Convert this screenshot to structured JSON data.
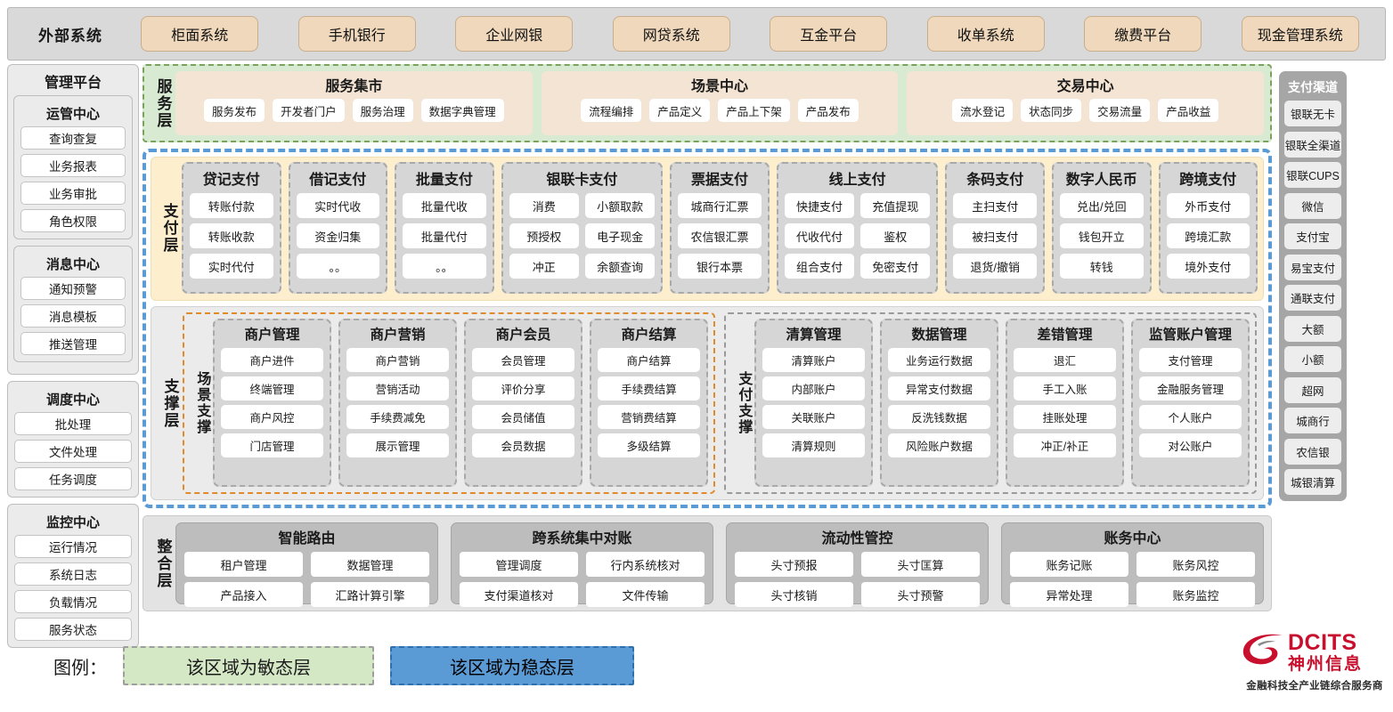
{
  "external": {
    "title": "外部系统",
    "items": [
      "柜面系统",
      "手机银行",
      "企业网银",
      "网贷系统",
      "互金平台",
      "收单系统",
      "缴费平台",
      "现金管理系统"
    ]
  },
  "left_rail": {
    "title": "管理平台",
    "groups": [
      {
        "title": "运管中心",
        "items": [
          "查询查复",
          "业务报表",
          "业务审批",
          "角色权限"
        ]
      },
      {
        "title": "消息中心",
        "items": [
          "通知预警",
          "消息模板",
          "推送管理"
        ]
      },
      {
        "title": "调度中心",
        "items": [
          "批处理",
          "文件处理",
          "任务调度"
        ]
      },
      {
        "title": "监控中心",
        "items": [
          "运行情况",
          "系统日志",
          "负载情况",
          "服务状态"
        ]
      }
    ]
  },
  "right_rail": {
    "title": "支付渠道",
    "items": [
      "银联无卡",
      "银联全渠道",
      "银联CUPS",
      "微信",
      "支付宝",
      "易宝支付",
      "通联支付",
      "大额",
      "小额",
      "超网",
      "城商行",
      "农信银",
      "城银清算"
    ]
  },
  "service_layer": {
    "label": "服务层",
    "groups": [
      {
        "title": "服务集市",
        "items": [
          "服务发布",
          "开发者门户",
          "服务治理",
          "数据字典管理"
        ]
      },
      {
        "title": "场景中心",
        "items": [
          "流程编排",
          "产品定义",
          "产品上下架",
          "产品发布"
        ]
      },
      {
        "title": "交易中心",
        "items": [
          "流水登记",
          "状态同步",
          "交易流量",
          "产品收益"
        ]
      }
    ]
  },
  "pay_layer": {
    "label": "支付层",
    "columns": [
      {
        "title": "贷记支付",
        "cols": 1,
        "items": [
          "转账付款",
          "转账收款",
          "实时代付"
        ]
      },
      {
        "title": "借记支付",
        "cols": 1,
        "items": [
          "实时代收",
          "资金归集",
          "。。"
        ]
      },
      {
        "title": "批量支付",
        "cols": 1,
        "items": [
          "批量代收",
          "批量代付",
          "。。"
        ]
      },
      {
        "title": "银联卡支付",
        "cols": 2,
        "items": [
          "消费",
          "小额取款",
          "预授权",
          "电子现金",
          "冲正",
          "余额查询"
        ]
      },
      {
        "title": "票据支付",
        "cols": 1,
        "items": [
          "城商行汇票",
          "农信银汇票",
          "银行本票"
        ]
      },
      {
        "title": "线上支付",
        "cols": 2,
        "items": [
          "快捷支付",
          "充值提现",
          "代收代付",
          "鉴权",
          "组合支付",
          "免密支付"
        ]
      },
      {
        "title": "条码支付",
        "cols": 1,
        "items": [
          "主扫支付",
          "被扫支付",
          "退货/撤销"
        ]
      },
      {
        "title": "数字人民币",
        "cols": 1,
        "items": [
          "兑出/兑回",
          "钱包开立",
          "转钱"
        ]
      },
      {
        "title": "跨境支付",
        "cols": 1,
        "items": [
          "外币支付",
          "跨境汇款",
          "境外支付"
        ]
      }
    ]
  },
  "support_layer": {
    "label": "支撑层",
    "zones": [
      {
        "label": "场景支撑",
        "columns": [
          {
            "title": "商户管理",
            "items": [
              "商户进件",
              "终端管理",
              "商户风控",
              "门店管理"
            ]
          },
          {
            "title": "商户营销",
            "items": [
              "商户营销",
              "营销活动",
              "手续费减免",
              "展示管理"
            ]
          },
          {
            "title": "商户会员",
            "items": [
              "会员管理",
              "评价分享",
              "会员储值",
              "会员数据"
            ]
          },
          {
            "title": "商户结算",
            "items": [
              "商户结算",
              "手续费结算",
              "营销费结算",
              "多级结算"
            ]
          }
        ]
      },
      {
        "label": "支付支撑",
        "columns": [
          {
            "title": "清算管理",
            "items": [
              "清算账户",
              "内部账户",
              "关联账户",
              "清算规则"
            ]
          },
          {
            "title": "数据管理",
            "items": [
              "业务运行数据",
              "异常支付数据",
              "反洗钱数据",
              "风险账户数据"
            ]
          },
          {
            "title": "差错管理",
            "items": [
              "退汇",
              "手工入账",
              "挂账处理",
              "冲正/补正"
            ]
          },
          {
            "title": "监管账户管理",
            "items": [
              "支付管理",
              "金融服务管理",
              "个人账户",
              "对公账户"
            ]
          }
        ]
      }
    ]
  },
  "integration_layer": {
    "label": "整合层",
    "columns": [
      {
        "title": "智能路由",
        "items": [
          "租户管理",
          "数据管理",
          "产品接入",
          "汇路计算引擎"
        ]
      },
      {
        "title": "跨系统集中对账",
        "items": [
          "管理调度",
          "行内系统核对",
          "支付渠道核对",
          "文件传输"
        ]
      },
      {
        "title": "流动性管控",
        "items": [
          "头寸预报",
          "头寸匡算",
          "头寸核销",
          "头寸预警"
        ]
      },
      {
        "title": "账务中心",
        "items": [
          "账务记账",
          "账务风控",
          "异常处理",
          "账务监控"
        ]
      }
    ]
  },
  "legend": {
    "label": "图例：",
    "agile_text": "该区域为敏态层",
    "stable_text": "该区域为稳态层",
    "agile_color": "#d5e8c6",
    "stable_color": "#5b9bd5"
  },
  "logo": {
    "en": "DCITS",
    "cn": "神州信息",
    "tagline": "金融科技全产业链综合服务商",
    "brand_color": "#c8102e"
  }
}
